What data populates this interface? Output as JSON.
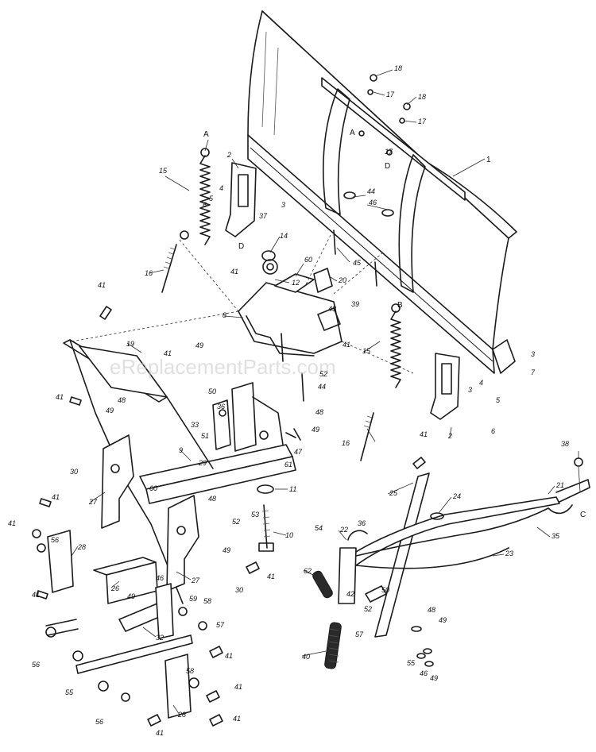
{
  "watermark": "eReplacementParts.com",
  "callouts": [
    "1",
    "2",
    "3",
    "4",
    "5",
    "6",
    "7",
    "8",
    "9",
    "10",
    "11",
    "12",
    "14",
    "15",
    "16",
    "17",
    "18",
    "19",
    "20",
    "21",
    "22",
    "23",
    "24",
    "25",
    "26",
    "27",
    "28",
    "29",
    "30",
    "32",
    "33",
    "35",
    "36",
    "37",
    "38",
    "39",
    "40",
    "41",
    "42",
    "43",
    "44",
    "45",
    "46",
    "47",
    "48",
    "49",
    "50",
    "51",
    "52",
    "53",
    "54",
    "55",
    "56",
    "57",
    "58",
    "59",
    "60",
    "61",
    "62",
    "A",
    "B",
    "C",
    "D"
  ]
}
